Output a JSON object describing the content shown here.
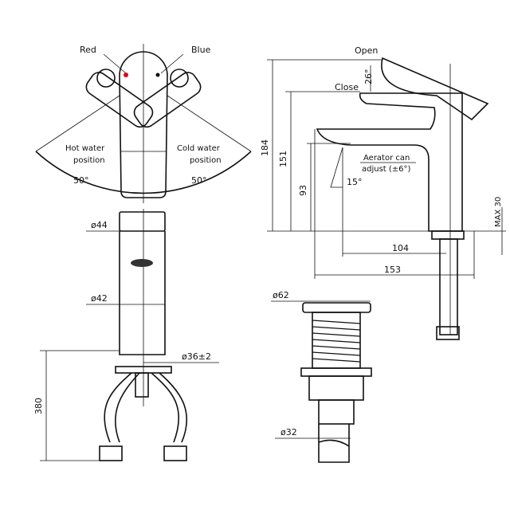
{
  "top_view": {
    "red_label": "Red",
    "blue_label": "Blue",
    "hot_line1": "Hot water",
    "hot_line2": "position",
    "cold_line1": "Cold water",
    "cold_line2": "position",
    "hot_angle": "50°",
    "cold_angle": "50°",
    "red_color": "#e0001a"
  },
  "front_view": {
    "dia_top": "ø44",
    "dia_body": "ø42",
    "dia_thread": "ø36±2",
    "height_hose": "380"
  },
  "side_view": {
    "open_label": "Open",
    "close_label": "Close",
    "lever_angle": "26°",
    "height_total": "184",
    "height_close": "151",
    "height_spout": "93",
    "spout_angle": "15°",
    "aerator_line1": "Aerator can",
    "aerator_line2": "adjust (±6°)",
    "max_thickness": "MAX 30",
    "reach": "104",
    "depth": "153"
  },
  "drain": {
    "dia_top": "ø62",
    "dia_bottom": "ø32"
  }
}
